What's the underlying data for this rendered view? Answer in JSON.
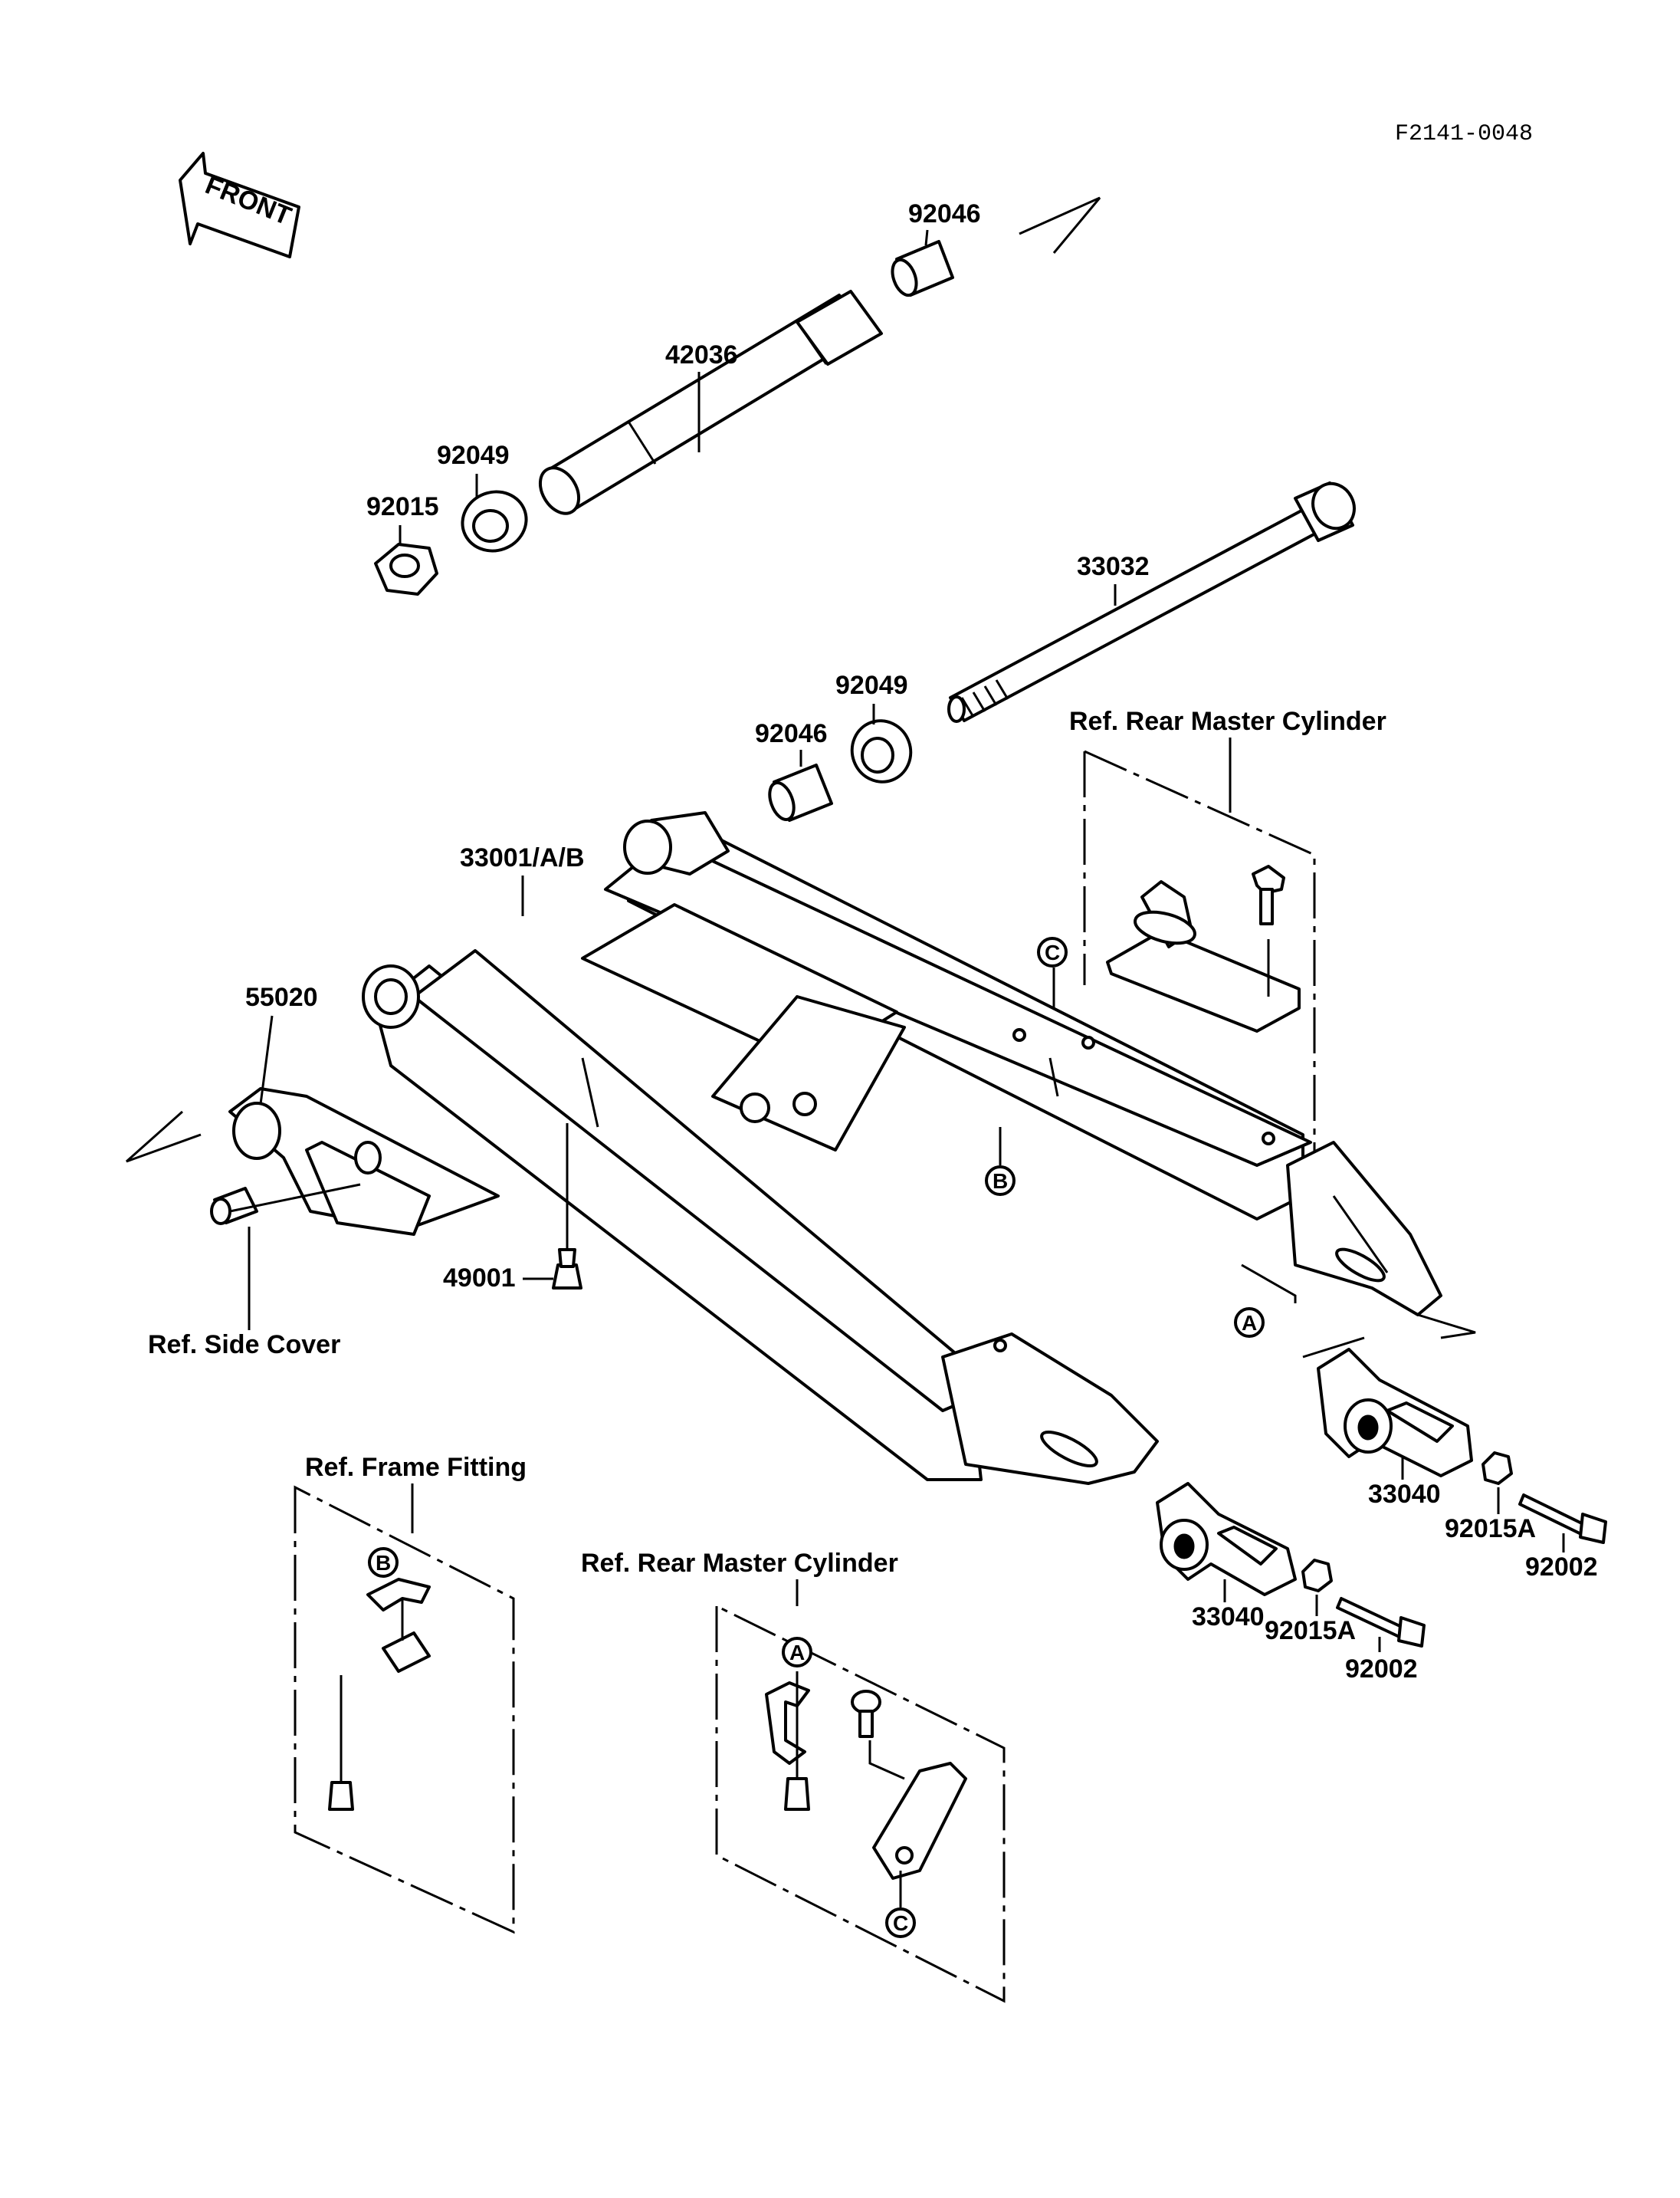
{
  "diagram_code": "F2141-0048",
  "front_arrow_label": "FRONT",
  "parts": {
    "p92046_top": "92046",
    "p42036": "42036",
    "p92049_left": "92049",
    "p92015": "92015",
    "p33032": "33032",
    "p92049_mid": "92049",
    "p92046_mid": "92046",
    "p33001": "33001/A/B",
    "p55020": "55020",
    "p49001": "49001",
    "p33040_right": "33040",
    "p92015A_right": "92015A",
    "p92002_right": "92002",
    "p33040_left": "33040",
    "p92015A_left": "92015A",
    "p92002_left": "92002"
  },
  "references": {
    "rear_master_cylinder_top": "Ref. Rear Master Cylinder",
    "side_cover": "Ref. Side Cover",
    "frame_fitting": "Ref. Frame Fitting",
    "rear_master_cylinder_bottom": "Ref. Rear Master Cylinder"
  },
  "markers": {
    "a": "A",
    "b": "B",
    "c": "C"
  }
}
